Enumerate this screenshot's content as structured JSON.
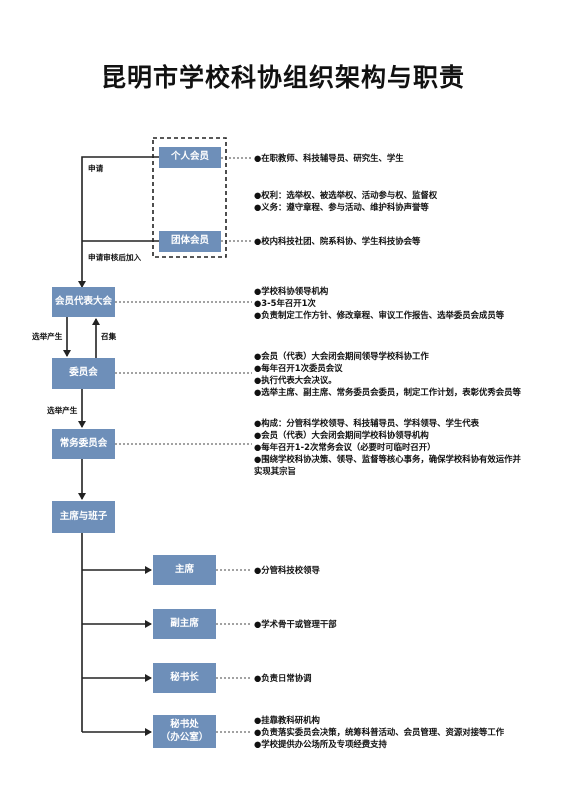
{
  "title": "昆明市学校科协组织架构与职责",
  "nodes": {
    "individual": "个人会员",
    "group": "团体会员",
    "congress": "会员代表大会",
    "committee": "委员会",
    "standing": "常务委员会",
    "leadership": "主席与班子",
    "chairman": "主席",
    "vice": "副主席",
    "secretary_general": "秘书长",
    "office_line1": "秘书处",
    "office_line2": "（办公室）"
  },
  "edge_labels": {
    "apply": "申请",
    "apply_join": "申请审核后加入",
    "elect1": "选举产生",
    "convene": "召集",
    "elect2": "选举产生"
  },
  "notes": {
    "individual": [
      "●在职教师、科技辅导员、研究生、学生"
    ],
    "rights": [
      "●权利：选举权、被选举权、活动参与权、监督权",
      "●义务：遵守章程、参与活动、维护科协声誉等"
    ],
    "group": [
      "●校内科技社团、院系科协、学生科技协会等"
    ],
    "congress": [
      "●学校科协领导机构",
      "●3-5年召开1次",
      "●负责制定工作方针、修改章程、审议工作报告、选举委员会成员等"
    ],
    "committee": [
      "●会员（代表）大会闭会期间领导学校科协工作",
      "●每年召开1次委员会议",
      "●执行代表大会决议。",
      "●选举主席、副主席、常务委员会委员，制定工作计划，表彰优秀会员等"
    ],
    "standing": [
      "●构成：分管科学校领导、科技辅导员、学科领导、学生代表",
      "●会员（代表）大会闭会期间学校科协领导机构",
      "●每年召开1-2次常务会议（必要时可临时召开）",
      "●围绕学校科协决策、领导、监督等核心事务，确保学校科协有效运作并",
      "实现其宗旨"
    ],
    "chairman": [
      "●分管科技校领导"
    ],
    "vice": [
      "●学术骨干或管理干部"
    ],
    "secretary_general": [
      "●负责日常协调"
    ],
    "office": [
      "●挂靠教科研机构",
      "●负责落实委员会决策，统筹科普活动、会员管理、资源对接等工作",
      "●学校提供办公场所及专项经费支持"
    ]
  },
  "colors": {
    "box": "#6e8fb9",
    "line": "#222222"
  }
}
